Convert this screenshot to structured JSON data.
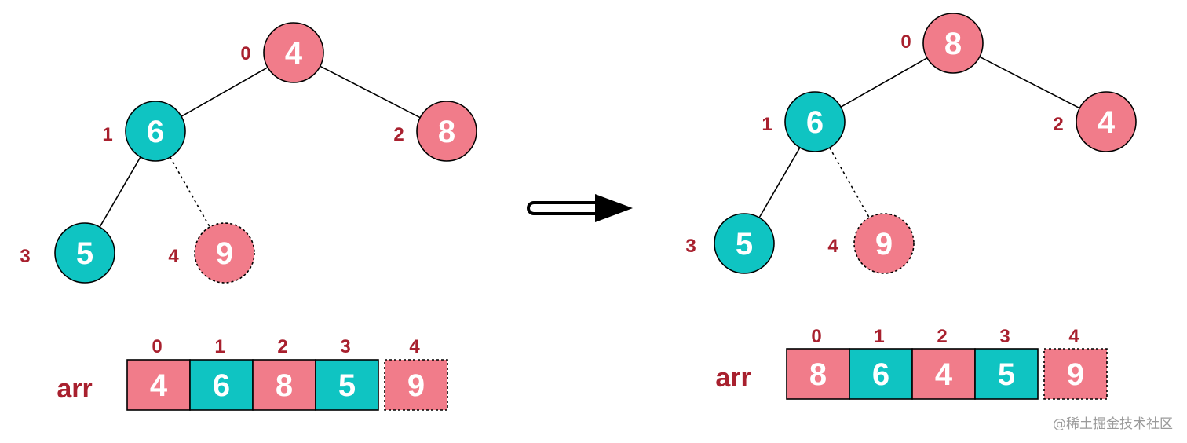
{
  "colors": {
    "pink": "#f17c8a",
    "teal": "#0fc4c2",
    "label": "#a8202e"
  },
  "left": {
    "tree": {
      "nodes": [
        {
          "index": "0",
          "value": "4",
          "color": "pink"
        },
        {
          "index": "1",
          "value": "6",
          "color": "teal"
        },
        {
          "index": "2",
          "value": "8",
          "color": "pink"
        },
        {
          "index": "3",
          "value": "5",
          "color": "teal"
        },
        {
          "index": "4",
          "value": "9",
          "color": "pink",
          "dashed": true
        }
      ]
    },
    "array": {
      "label": "arr",
      "cells": [
        {
          "index": "0",
          "value": "4",
          "color": "pink"
        },
        {
          "index": "1",
          "value": "6",
          "color": "teal"
        },
        {
          "index": "2",
          "value": "8",
          "color": "pink"
        },
        {
          "index": "3",
          "value": "5",
          "color": "teal"
        },
        {
          "index": "4",
          "value": "9",
          "color": "pink",
          "dashed": true
        }
      ]
    }
  },
  "right": {
    "tree": {
      "nodes": [
        {
          "index": "0",
          "value": "8",
          "color": "pink"
        },
        {
          "index": "1",
          "value": "6",
          "color": "teal"
        },
        {
          "index": "2",
          "value": "4",
          "color": "pink"
        },
        {
          "index": "3",
          "value": "5",
          "color": "teal"
        },
        {
          "index": "4",
          "value": "9",
          "color": "pink",
          "dashed": true
        }
      ]
    },
    "array": {
      "label": "arr",
      "cells": [
        {
          "index": "0",
          "value": "8",
          "color": "pink"
        },
        {
          "index": "1",
          "value": "6",
          "color": "teal"
        },
        {
          "index": "2",
          "value": "4",
          "color": "pink"
        },
        {
          "index": "3",
          "value": "5",
          "color": "teal"
        },
        {
          "index": "4",
          "value": "9",
          "color": "pink",
          "dashed": true
        }
      ]
    }
  },
  "watermark": "@稀土掘金技术社区"
}
